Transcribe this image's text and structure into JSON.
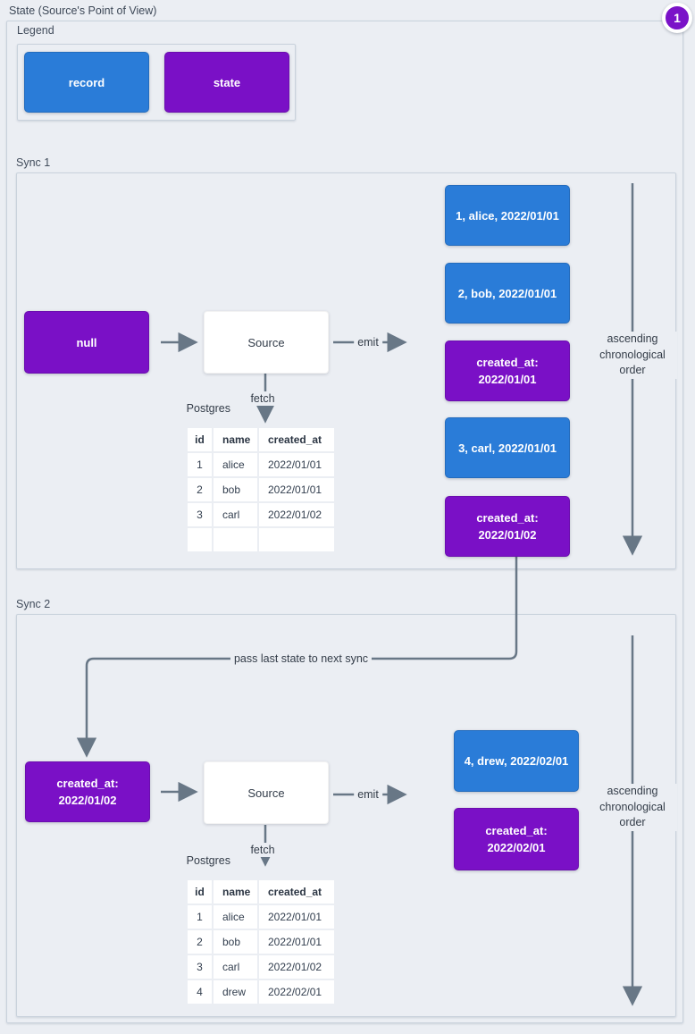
{
  "page": {
    "title": "State (Source's Point of View)",
    "badge": "1"
  },
  "colors": {
    "record": "#2a7cd8",
    "state": "#7a10c6",
    "line": "#687786",
    "background": "#ebeef3"
  },
  "legend": {
    "label": "Legend",
    "items": [
      {
        "label": "record",
        "type": "record"
      },
      {
        "label": "state",
        "type": "state"
      }
    ]
  },
  "connector": {
    "pass_label": "pass last state to next sync"
  },
  "sync1": {
    "label": "Sync 1",
    "input_state": "null",
    "source_label": "Source",
    "emit_label": "emit",
    "fetch_label": "fetch",
    "db_label": "Postgres",
    "order_label": "ascending chronological order",
    "table": {
      "headers": [
        "id",
        "name",
        "created_at"
      ],
      "rows": [
        [
          "1",
          "alice",
          "2022/01/01"
        ],
        [
          "2",
          "bob",
          "2022/01/01"
        ],
        [
          "3",
          "carl",
          "2022/01/02"
        ],
        [
          "",
          "",
          ""
        ]
      ]
    },
    "records": [
      {
        "type": "record",
        "text": "1, alice, 2022/01/01"
      },
      {
        "type": "record",
        "text": "2, bob, 2022/01/01"
      },
      {
        "type": "state",
        "text": "created_at:\n2022/01/01"
      },
      {
        "type": "record",
        "text": "3, carl, 2022/01/01"
      },
      {
        "type": "state",
        "text": "created_at:\n2022/01/02"
      }
    ]
  },
  "sync2": {
    "label": "Sync 2",
    "input_state": "created_at:\n2022/01/02",
    "source_label": "Source",
    "emit_label": "emit",
    "fetch_label": "fetch",
    "db_label": "Postgres",
    "order_label": "ascending chronological order",
    "table": {
      "headers": [
        "id",
        "name",
        "created_at"
      ],
      "rows": [
        [
          "1",
          "alice",
          "2022/01/01"
        ],
        [
          "2",
          "bob",
          "2022/01/01"
        ],
        [
          "3",
          "carl",
          "2022/01/02"
        ],
        [
          "4",
          "drew",
          "2022/02/01"
        ]
      ]
    },
    "records": [
      {
        "type": "record",
        "text": "4, drew, 2022/02/01"
      },
      {
        "type": "state",
        "text": "created_at:\n2022/02/01"
      }
    ]
  }
}
